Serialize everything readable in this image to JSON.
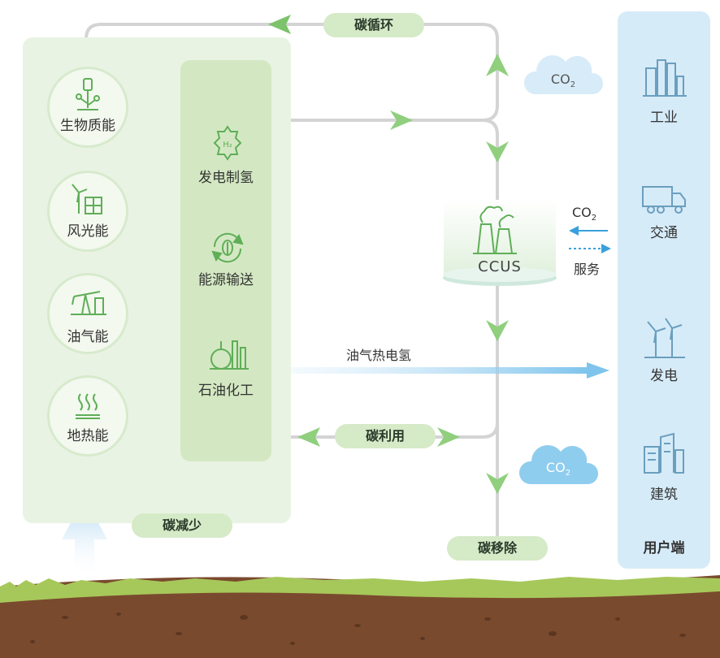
{
  "pills": {
    "carbon_cycle": "碳循环",
    "carbon_use": "碳利用",
    "carbon_reduce": "碳减少",
    "carbon_remove": "碳移除"
  },
  "sources": [
    {
      "label": "生物质能",
      "icon": "biomass-icon"
    },
    {
      "label": "风光能",
      "icon": "wind-solar-icon"
    },
    {
      "label": "油气能",
      "icon": "oil-pump-icon"
    },
    {
      "label": "地热能",
      "icon": "geothermal-icon"
    }
  ],
  "processes": [
    {
      "label": "发电制氢",
      "icon": "hydrogen-gear-icon"
    },
    {
      "label": "能源输送",
      "icon": "energy-recycle-icon"
    },
    {
      "label": "石油化工",
      "icon": "petrochemical-icon"
    }
  ],
  "ccus": {
    "label": "CCUS",
    "icon": "factory-icon"
  },
  "co2": {
    "prefix": "CO",
    "sub": "2"
  },
  "services": {
    "label": "服务"
  },
  "flow_label": "油气热电氢",
  "users": {
    "title": "用户端",
    "items": [
      {
        "label": "工业",
        "icon": "industry-icon"
      },
      {
        "label": "交通",
        "icon": "truck-icon"
      },
      {
        "label": "发电",
        "icon": "wind-turbine-icon"
      },
      {
        "label": "建筑",
        "icon": "building-icon"
      }
    ]
  },
  "colors": {
    "green_arrow": "#7cc36b",
    "blue_arrow": "#3aa0dc",
    "cloud_light": "#d7ecf8",
    "cloud_dark": "#8fcdee",
    "pipe": "#d4d4d4",
    "soil": "#7a4a2e",
    "grass": "#a6c85a"
  }
}
